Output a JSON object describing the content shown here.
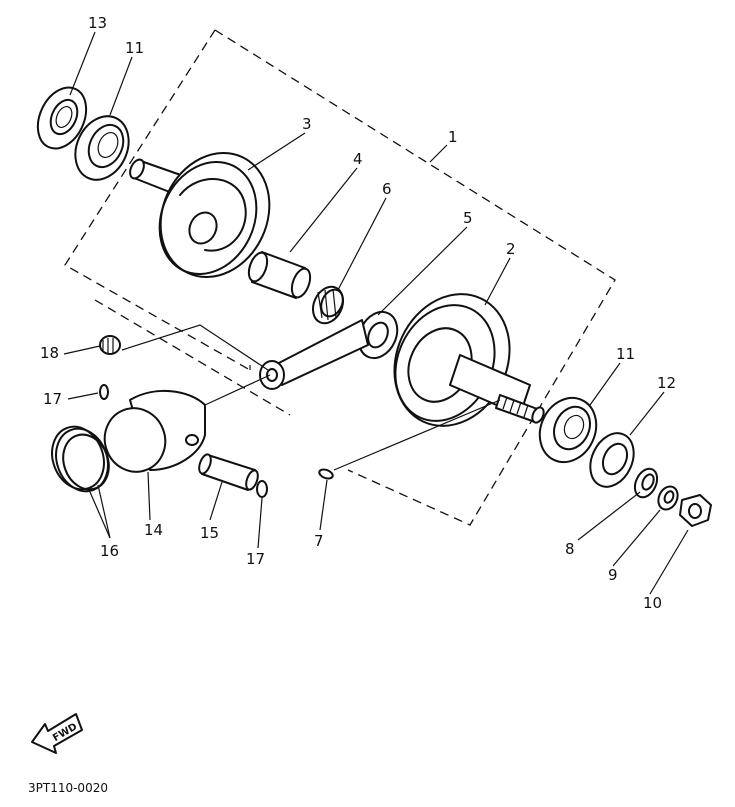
{
  "diagram": {
    "callouts": {
      "c1": "1",
      "c2": "2",
      "c3": "3",
      "c4": "4",
      "c5": "5",
      "c6": "6",
      "c7": "7",
      "c8": "8",
      "c9": "9",
      "c10": "10",
      "c11a": "11",
      "c11b": "11",
      "c12": "12",
      "c13": "13",
      "c14": "14",
      "c15": "15",
      "c16": "16",
      "c17a": "17",
      "c17b": "17",
      "c18": "18"
    },
    "fwd_label": "FWD",
    "drawing_code": "3PT110-0020"
  }
}
